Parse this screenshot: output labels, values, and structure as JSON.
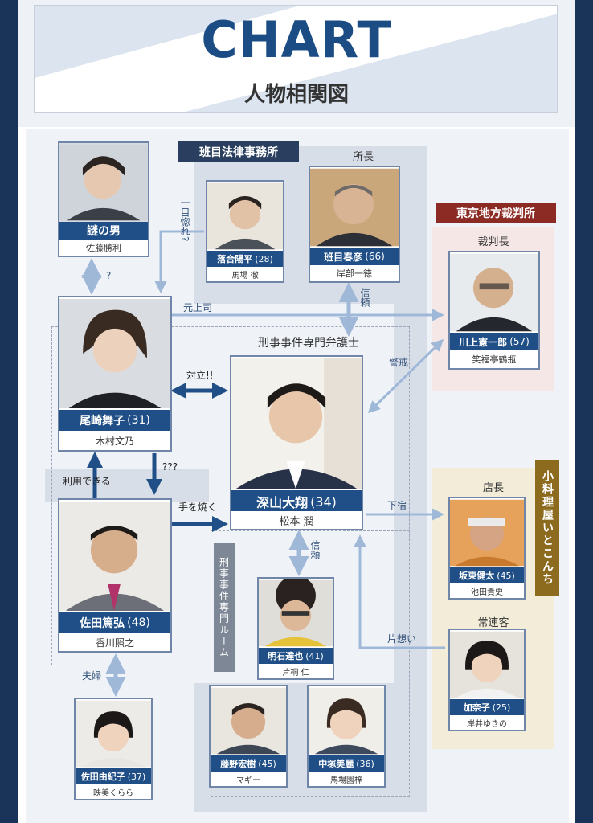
{
  "header": {
    "title": "CHART",
    "subtitle": "人物相関図"
  },
  "groups": {
    "firm": "班目法律事務所",
    "court": "東京地方裁判所",
    "restaurant": "小料理屋いとこんち",
    "criminal_room": "刑事事件専門ルーム"
  },
  "roles": {
    "director": "所長",
    "judge": "裁判長",
    "criminal_lawyer": "刑事事件専門弁護士",
    "shop_owner": "店長",
    "regular": "常連客"
  },
  "characters": {
    "nazo": {
      "name": "謎の男",
      "age": "",
      "actor": "佐藤勝利"
    },
    "ochiai": {
      "name": "落合陽平",
      "age": "(28)",
      "actor": "馬場 徹"
    },
    "madarame": {
      "name": "班目春彦",
      "age": "(66)",
      "actor": "岸部一徳"
    },
    "kawakami": {
      "name": "川上憲一郎",
      "age": "(57)",
      "actor": "笑福亭鶴瓶"
    },
    "ozaki": {
      "name": "尾崎舞子",
      "age": "(31)",
      "actor": "木村文乃"
    },
    "miyama": {
      "name": "深山大翔",
      "age": "(34)",
      "actor": "松本 潤"
    },
    "sada": {
      "name": "佐田篤弘",
      "age": "(48)",
      "actor": "香川照之"
    },
    "bando": {
      "name": "坂東健太",
      "age": "(45)",
      "actor": "池田貴史"
    },
    "akashi": {
      "name": "明石達也",
      "age": "(41)",
      "actor": "片桐 仁"
    },
    "kanako": {
      "name": "加奈子",
      "age": "(25)",
      "actor": "岸井ゆきの"
    },
    "yukiko": {
      "name": "佐田由紀子",
      "age": "(37)",
      "actor": "映美くらら"
    },
    "fujino": {
      "name": "藤野宏樹",
      "age": "(45)",
      "actor": "マギー"
    },
    "nakatsuka": {
      "name": "中塚美麗",
      "age": "(36)",
      "actor": "馬場園梓"
    }
  },
  "relations": {
    "hitomebore": "一目惚れ?",
    "question": "?",
    "former_boss": "元上司",
    "trust1": "信頼",
    "caution": "警戒",
    "conflict": "対立!!",
    "qqq": "???",
    "use": "利用できる",
    "struggle": "手を焼く",
    "lodging": "下宿",
    "trust2": "信頼",
    "crush": "片想い",
    "couple": "夫婦"
  },
  "colors": {
    "brand": "#1b4d84",
    "name_bar": "#1f4f86",
    "arrow": "#9fb8d8",
    "arrow_dark": "#1f4f86",
    "court": "#8c2a24",
    "restaurant": "#8c6a1e"
  }
}
